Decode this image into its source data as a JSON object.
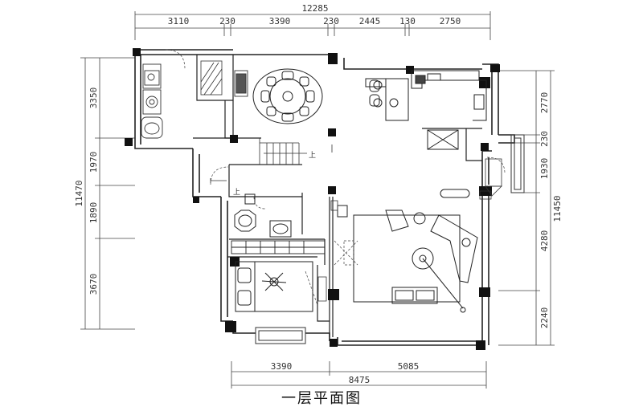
{
  "title": "一层平面图",
  "dimensions": {
    "top_total": "12285",
    "top": [
      "3110",
      "230",
      "3390",
      "230",
      "2445",
      "130",
      "2750"
    ],
    "left_total": "11470",
    "left": [
      "3350",
      "1970",
      "1890",
      "3670"
    ],
    "right_total": "11450",
    "right": [
      "2770",
      "230",
      "1930",
      "4280",
      "2240"
    ],
    "bottom_total": "8475",
    "bottom": [
      "3390",
      "5085"
    ]
  },
  "labels": {
    "stair_up_1": "上",
    "stair_up_2": "上"
  }
}
